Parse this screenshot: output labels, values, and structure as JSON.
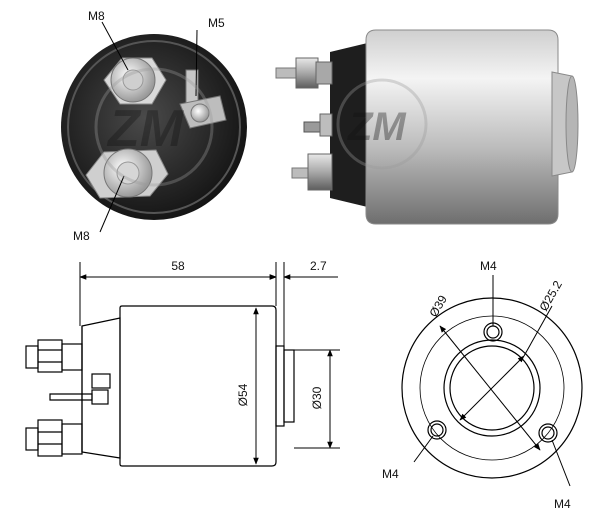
{
  "callouts": {
    "end_view_top_left": "M8",
    "end_view_top_right": "M5",
    "end_view_bottom_left": "M8"
  },
  "side_view": {
    "length": "58",
    "flange": "2.7",
    "diameter": "Ø54",
    "nose_diameter": "Ø30"
  },
  "flange_view": {
    "hole_top": "M4",
    "hole_left": "M4",
    "hole_right": "M4",
    "pcd": "Ø39",
    "bore": "Ø25.2"
  },
  "watermark": "ZM",
  "colors": {
    "line": "#000000",
    "body_light": "#e6e6e6",
    "body_dark": "#7a7a7a",
    "dark_cap": "#1c1c1c"
  }
}
